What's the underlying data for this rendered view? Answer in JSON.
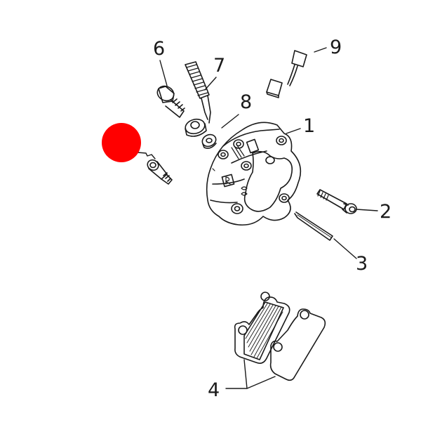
{
  "diagram": {
    "type": "exploded-parts-diagram",
    "subject": "brake caliper assembly",
    "callouts": [
      {
        "id": "1",
        "label": "1",
        "part": "caliper-body"
      },
      {
        "id": "2",
        "label": "2",
        "part": "pad-pin-bolt"
      },
      {
        "id": "3",
        "label": "3",
        "part": "retaining-pin"
      },
      {
        "id": "4",
        "label": "4",
        "part": "brake-pads"
      },
      {
        "id": "6",
        "label": "6",
        "part": "banjo-bolt"
      },
      {
        "id": "7",
        "label": "7",
        "part": "brake-hose-banjo"
      },
      {
        "id": "8",
        "label": "8",
        "part": "sealing-washer"
      },
      {
        "id": "9",
        "label": "9",
        "part": "pad-spring-clip"
      }
    ],
    "marker": {
      "shape": "circle",
      "color": "#ff0000",
      "points_to": "bleed-nipple"
    }
  },
  "colors": {
    "background": "#ffffff",
    "line": "#1a1a1a",
    "marker": "#ff0000"
  }
}
